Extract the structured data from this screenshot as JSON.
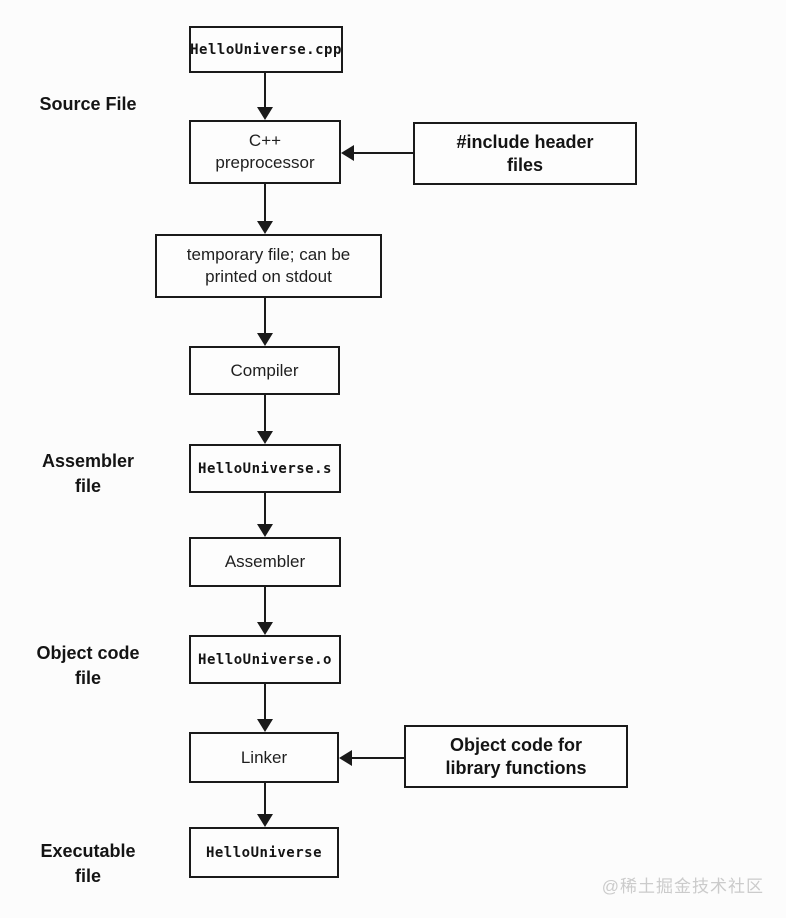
{
  "diagram": {
    "description": "C++ compilation process flowchart",
    "colors": {
      "line": "#1a1a1a",
      "background": "#fcfcfc",
      "box_fill": "#fdfdfd",
      "watermark": "#cbcbcb"
    },
    "nodes": {
      "source_file_box": {
        "label": "HelloUniverse.cpp"
      },
      "preprocessor": {
        "lines": [
          "C++",
          "preprocessor"
        ]
      },
      "include_headers": {
        "lines": [
          "#include header",
          "files"
        ]
      },
      "temp_file": {
        "lines": [
          "temporary file; can be",
          "printed on stdout"
        ]
      },
      "compiler": {
        "label": "Compiler"
      },
      "assembly_file_box": {
        "label": "HelloUniverse.s"
      },
      "assembler": {
        "label": "Assembler"
      },
      "object_file_box": {
        "label": "HelloUniverse.o"
      },
      "linker": {
        "label": "Linker"
      },
      "object_code_lib": {
        "lines": [
          "Object code for",
          "library functions"
        ]
      },
      "executable_box": {
        "label": "HelloUniverse"
      }
    },
    "side_labels": {
      "source": {
        "lines": [
          "Source File"
        ]
      },
      "assembler": {
        "lines": [
          "Assembler",
          "file"
        ]
      },
      "object": {
        "lines": [
          "Object code",
          "file"
        ]
      },
      "executable": {
        "lines": [
          "Executable",
          "file"
        ]
      }
    },
    "watermark": "@稀土掘金技术社区"
  }
}
